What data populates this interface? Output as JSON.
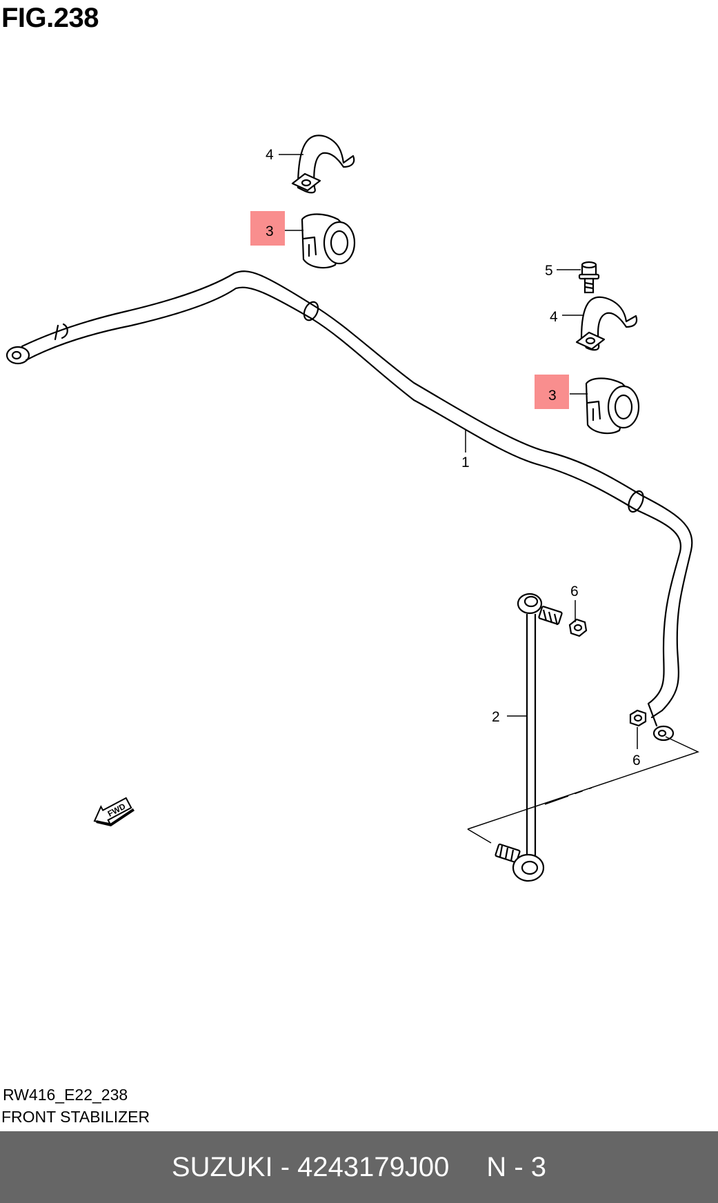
{
  "figure": {
    "title": "FIG.238",
    "diagram_code": "RW416_E22_238",
    "diagram_name": "FRONT STABILIZER"
  },
  "callouts": [
    {
      "id": "bar",
      "label": "1",
      "highlighted": false
    },
    {
      "id": "link",
      "label": "2",
      "highlighted": false
    },
    {
      "id": "bushing-top",
      "label": "3",
      "highlighted": true
    },
    {
      "id": "bushing-right",
      "label": "3",
      "highlighted": true
    },
    {
      "id": "bracket-top",
      "label": "4",
      "highlighted": false
    },
    {
      "id": "bracket-right",
      "label": "4",
      "highlighted": false
    },
    {
      "id": "bolt",
      "label": "5",
      "highlighted": false
    },
    {
      "id": "nut-upper",
      "label": "6",
      "highlighted": false
    },
    {
      "id": "nut-lower",
      "label": "6",
      "highlighted": false
    }
  ],
  "fwd_arrow": {
    "label": "FWD",
    "icon": "fwd-arrow-icon"
  },
  "footer": {
    "brand_part": "SUZUKI - 4243179J00",
    "position_label": "N - 3"
  },
  "colors": {
    "highlight": "#f98e8e",
    "footer_bg": "#666666",
    "footer_text": "#ffffff",
    "line": "#000000"
  }
}
